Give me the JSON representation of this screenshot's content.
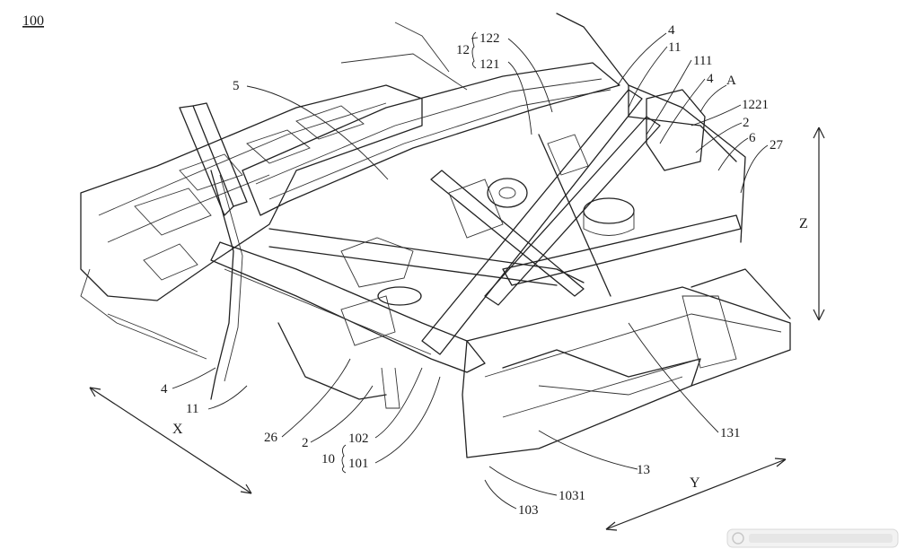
{
  "figure": {
    "id_label": "100",
    "labels": {
      "l5": "5",
      "l12": "12",
      "l122": "122",
      "l121": "121",
      "l4_top": "4",
      "l11_top": "11",
      "l111": "111",
      "l4_right": "4",
      "lA": "A",
      "l1221": "1221",
      "l2_right": "2",
      "l6": "6",
      "l27": "27",
      "l4_left": "4",
      "l11_left": "11",
      "l26": "26",
      "l2_bottom": "2",
      "l10": "10",
      "l102": "102",
      "l101": "101",
      "l1031": "1031",
      "l103": "103",
      "l13": "13",
      "l131": "131"
    },
    "axes": {
      "x": "X",
      "y": "Y",
      "z": "Z"
    }
  }
}
